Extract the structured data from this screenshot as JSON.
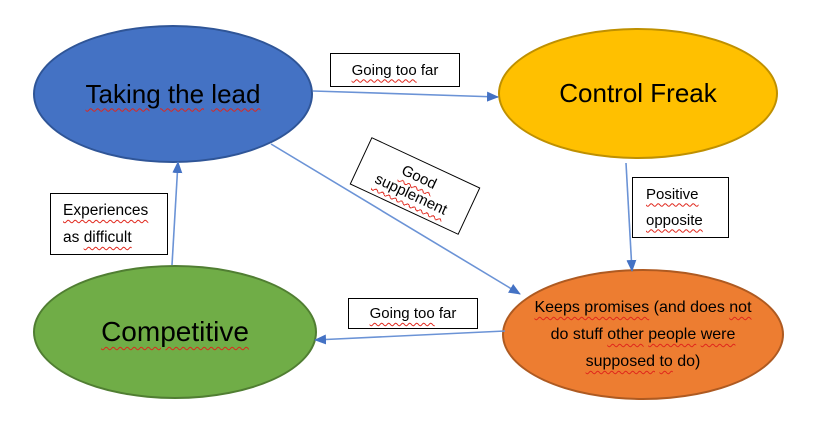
{
  "colors": {
    "background": "#FFFFFF",
    "blue_fill": "#4472C4",
    "blue_border": "#2F5597",
    "yellow_fill": "#FFC000",
    "yellow_border": "#BF9000",
    "green_fill": "#70AD47",
    "green_border": "#507E32",
    "orange_fill": "#ED7D31",
    "orange_border": "#AE5A21",
    "arrow_line": "#6B93D6",
    "arrow_head": "#4472C4",
    "label_box_bg": "#FFFFFF",
    "label_box_border": "#000000",
    "text": "#000000",
    "squiggle": "#E0261B"
  },
  "nodes": {
    "taking_the_lead": {
      "text": "Taking the lead",
      "rich": [
        [
          {
            "t": "Taking the",
            "sq": true
          },
          {
            "t": " ",
            "sq": false
          },
          {
            "t": "lead",
            "sq": true
          }
        ]
      ]
    },
    "control_freak": {
      "text": "Control Freak",
      "rich": [
        [
          {
            "t": "Control Freak",
            "sq": false
          }
        ]
      ]
    },
    "competitive": {
      "text": "Competitive",
      "rich": [
        [
          {
            "t": "Competitive",
            "sq": true
          }
        ]
      ]
    },
    "keeps_promises": {
      "text": "Keeps promises (and does not do stuff other people were supposed to do)",
      "rich": [
        [
          {
            "t": "Keeps promises",
            "sq": true
          },
          {
            "t": " (and does ",
            "sq": false
          },
          {
            "t": "not",
            "sq": true
          }
        ],
        [
          {
            "t": "do stuff ",
            "sq": false
          },
          {
            "t": "other",
            "sq": true
          },
          {
            "t": " ",
            "sq": false
          },
          {
            "t": "people",
            "sq": true
          },
          {
            "t": " ",
            "sq": false
          },
          {
            "t": "were",
            "sq": true
          }
        ],
        [
          {
            "t": "supposed",
            "sq": true
          },
          {
            "t": " ",
            "sq": false
          },
          {
            "t": "to",
            "sq": true
          },
          {
            "t": " do)",
            "sq": false
          }
        ]
      ]
    }
  },
  "edge_labels": {
    "going_too_far_top": {
      "text": "Going too far",
      "rich": [
        [
          {
            "t": "Going too",
            "sq": true
          },
          {
            "t": " far",
            "sq": false
          }
        ]
      ]
    },
    "good_supplement": {
      "text": "Good supplement",
      "rich": [
        [
          {
            "t": "Good",
            "sq": true
          }
        ],
        [
          {
            "t": "supplement",
            "sq": true
          }
        ]
      ]
    },
    "positive_opposite": {
      "text": "Positive opposite",
      "rich": [
        [
          {
            "t": "Positive",
            "sq": true
          }
        ],
        [
          {
            "t": "opposite",
            "sq": true
          }
        ]
      ]
    },
    "experiences_as_difficult": {
      "text": "Experiences as difficult",
      "rich": [
        [
          {
            "t": "Experiences",
            "sq": true
          }
        ],
        [
          {
            "t": "as ",
            "sq": false
          },
          {
            "t": "difficult",
            "sq": true
          }
        ]
      ]
    },
    "going_too_far_bottom": {
      "text": "Going too far",
      "rich": [
        [
          {
            "t": "Going too",
            "sq": true
          },
          {
            "t": " far",
            "sq": false
          }
        ]
      ]
    }
  },
  "edges": [
    {
      "from": "taking_the_lead",
      "to": "control_freak",
      "label": "Going too far"
    },
    {
      "from": "taking_the_lead",
      "to": "keeps_promises",
      "label": "Good supplement"
    },
    {
      "from": "control_freak",
      "to": "keeps_promises",
      "label": "Positive opposite"
    },
    {
      "from": "competitive",
      "to": "taking_the_lead",
      "label": "Experiences as difficult"
    },
    {
      "from": "keeps_promises",
      "to": "competitive",
      "label": "Going too far"
    }
  ]
}
